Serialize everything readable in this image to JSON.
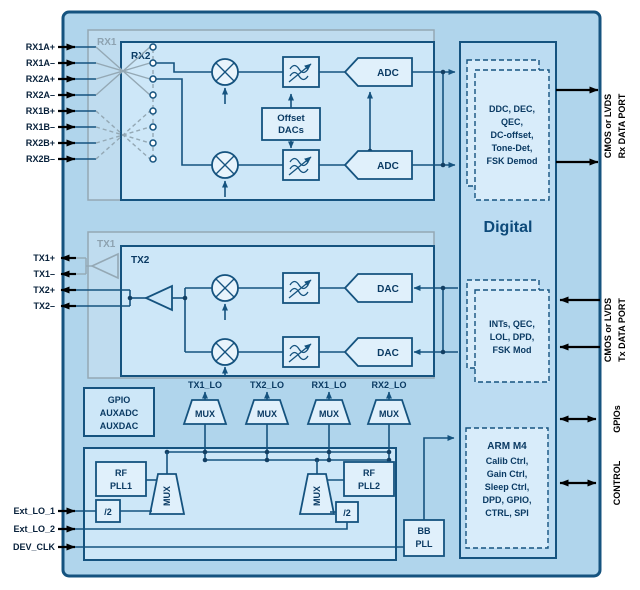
{
  "chip": {
    "pins_rx": [
      "RX1A+",
      "RX1A–",
      "RX2A+",
      "RX2A–",
      "RX1B+",
      "RX1B–",
      "RX2B+",
      "RX2B–"
    ],
    "pins_tx": [
      "TX1+",
      "TX1–",
      "TX2+",
      "TX2–"
    ],
    "pins_clk": [
      "Ext_LO_1",
      "Ext_LO_2",
      "DEV_CLK"
    ]
  },
  "ports": {
    "rx_line1": "CMOS or LVDS",
    "rx_line2": "Rx DATA PORT",
    "tx_line1": "CMOS or LVDS",
    "tx_line2": "Tx DATA PORT",
    "gpios": "GPIOs",
    "control": "CONTROL"
  },
  "rx": {
    "rx1": "RX1",
    "rx2": "RX2",
    "offset1": "Offset",
    "offset2": "DACs",
    "adc": "ADC"
  },
  "tx": {
    "tx1": "TX1",
    "tx2": "TX2",
    "dac": "DAC"
  },
  "lo": {
    "tx1": "TX1_LO",
    "tx2": "TX2_LO",
    "rx1": "RX1_LO",
    "rx2": "RX2_LO",
    "mux": "MUX"
  },
  "aux": {
    "l1": "GPIO",
    "l2": "AUXADC",
    "l3": "AUXDAC"
  },
  "pll": {
    "rf1a": "RF",
    "rf1b": "PLL1",
    "rf2a": "RF",
    "rf2b": "PLL2",
    "div": "/2",
    "bb1": "BB",
    "bb2": "PLL",
    "mux": "MUX"
  },
  "digital": {
    "title": "Digital",
    "rx_lines": [
      "DDC, DEC,",
      "QEC,",
      "DC-offset,",
      "Tone-Det,",
      "FSK Demod"
    ],
    "tx_lines": [
      "INTs, QEC,",
      "LOL, DPD,",
      "FSK Mod"
    ],
    "arm_title": "ARM M4",
    "arm_lines": [
      "Calib Ctrl,",
      "Gain Ctrl,",
      "Sleep Ctrl,",
      "DPD, GPIO,",
      "CTRL, SPI"
    ]
  },
  "colors": {
    "border": "#15537f",
    "panel": "#b0d5ec",
    "block": "#cde7f8",
    "block_light": "#e0f0fb",
    "digital_fill": "#bcdcf2",
    "inactive_gray": "#94a8b4",
    "pin_black": "#000000"
  }
}
